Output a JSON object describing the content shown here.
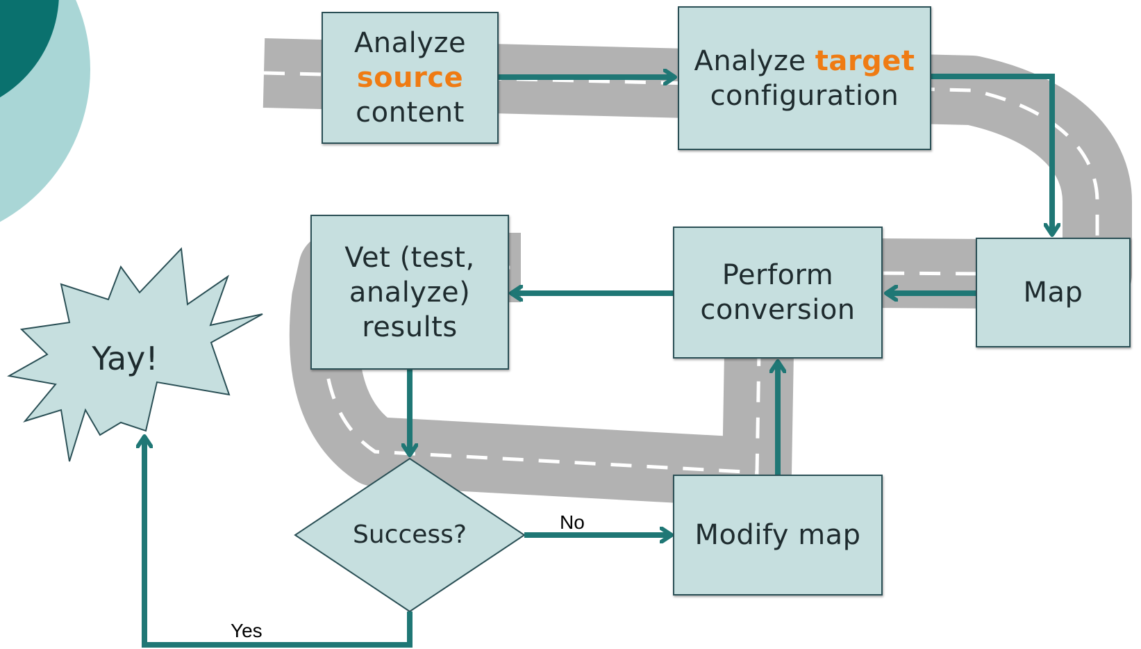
{
  "nodes": {
    "analyze_source": {
      "line1": "Analyze",
      "highlight": "source",
      "line3": "content"
    },
    "analyze_target": {
      "prefix": "Analyze ",
      "highlight": "target",
      "line2": "configuration"
    },
    "map": {
      "label": "Map"
    },
    "perform_conversion": {
      "line1": "Perform",
      "line2": "conversion"
    },
    "vet_results": {
      "line1": "Vet (test,",
      "line2": "analyze)",
      "line3": "results"
    },
    "success": {
      "label": "Success?"
    },
    "modify_map": {
      "label": "Modify map"
    },
    "yay": {
      "label": "Yay!"
    }
  },
  "edges": {
    "no_label": "No",
    "yes_label": "Yes"
  },
  "colors": {
    "box_fill": "#c6dfdf",
    "box_border": "#2a4f55",
    "arrow": "#1f7775",
    "road": "#b2b2b2",
    "road_dash": "#ffffff",
    "highlight": "#ef7b13",
    "corner_dark": "#0a716e",
    "corner_light": "#a9d6d6"
  }
}
